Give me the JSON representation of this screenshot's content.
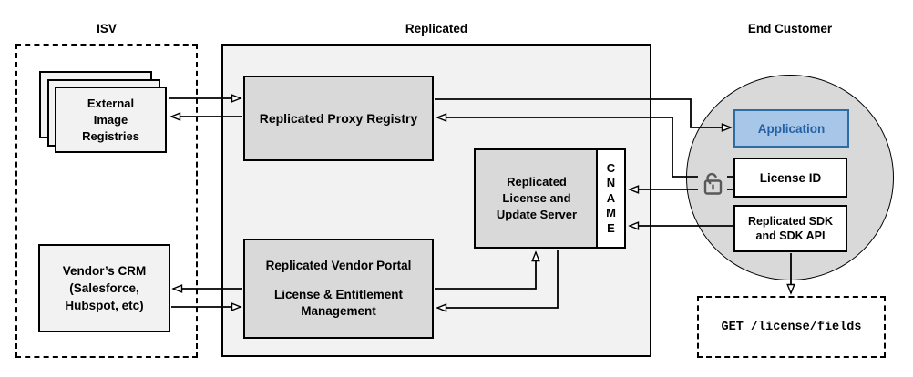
{
  "sections": {
    "isv": {
      "title": "ISV"
    },
    "replicated": {
      "title": "Replicated"
    },
    "end_customer": {
      "title": "End Customer"
    }
  },
  "nodes": {
    "external_registries": {
      "label": "External\nImage\nRegistries"
    },
    "vendor_crm": {
      "label": "Vendor’s CRM\n(Salesforce,\nHubspot, etc)"
    },
    "proxy_registry": {
      "label": "Replicated Proxy Registry"
    },
    "license_update_server": {
      "label": "Replicated\nLicense and\nUpdate Server"
    },
    "cname": {
      "label": "CNAME"
    },
    "vendor_portal": {
      "title": "Replicated Vendor Portal",
      "subtitle": "License & Entitlement\nManagement"
    },
    "application": {
      "label": "Application"
    },
    "license_id": {
      "label": "License ID"
    },
    "replicated_sdk": {
      "label": "Replicated SDK\nand SDK API"
    },
    "get_endpoint": {
      "label": "GET /license/fields"
    }
  },
  "icons": {
    "lock": "unlocked-padlock-icon"
  },
  "colors": {
    "application_fill": "#A8C7E8",
    "application_border": "#2E6DA4",
    "application_text": "#2361A4",
    "node_gray": "#D9D9D9",
    "panel_gray": "#F2F2F2",
    "circle_gray": "#D9D9D9",
    "connector_black": "#000000",
    "lock_gray": "#595959"
  }
}
